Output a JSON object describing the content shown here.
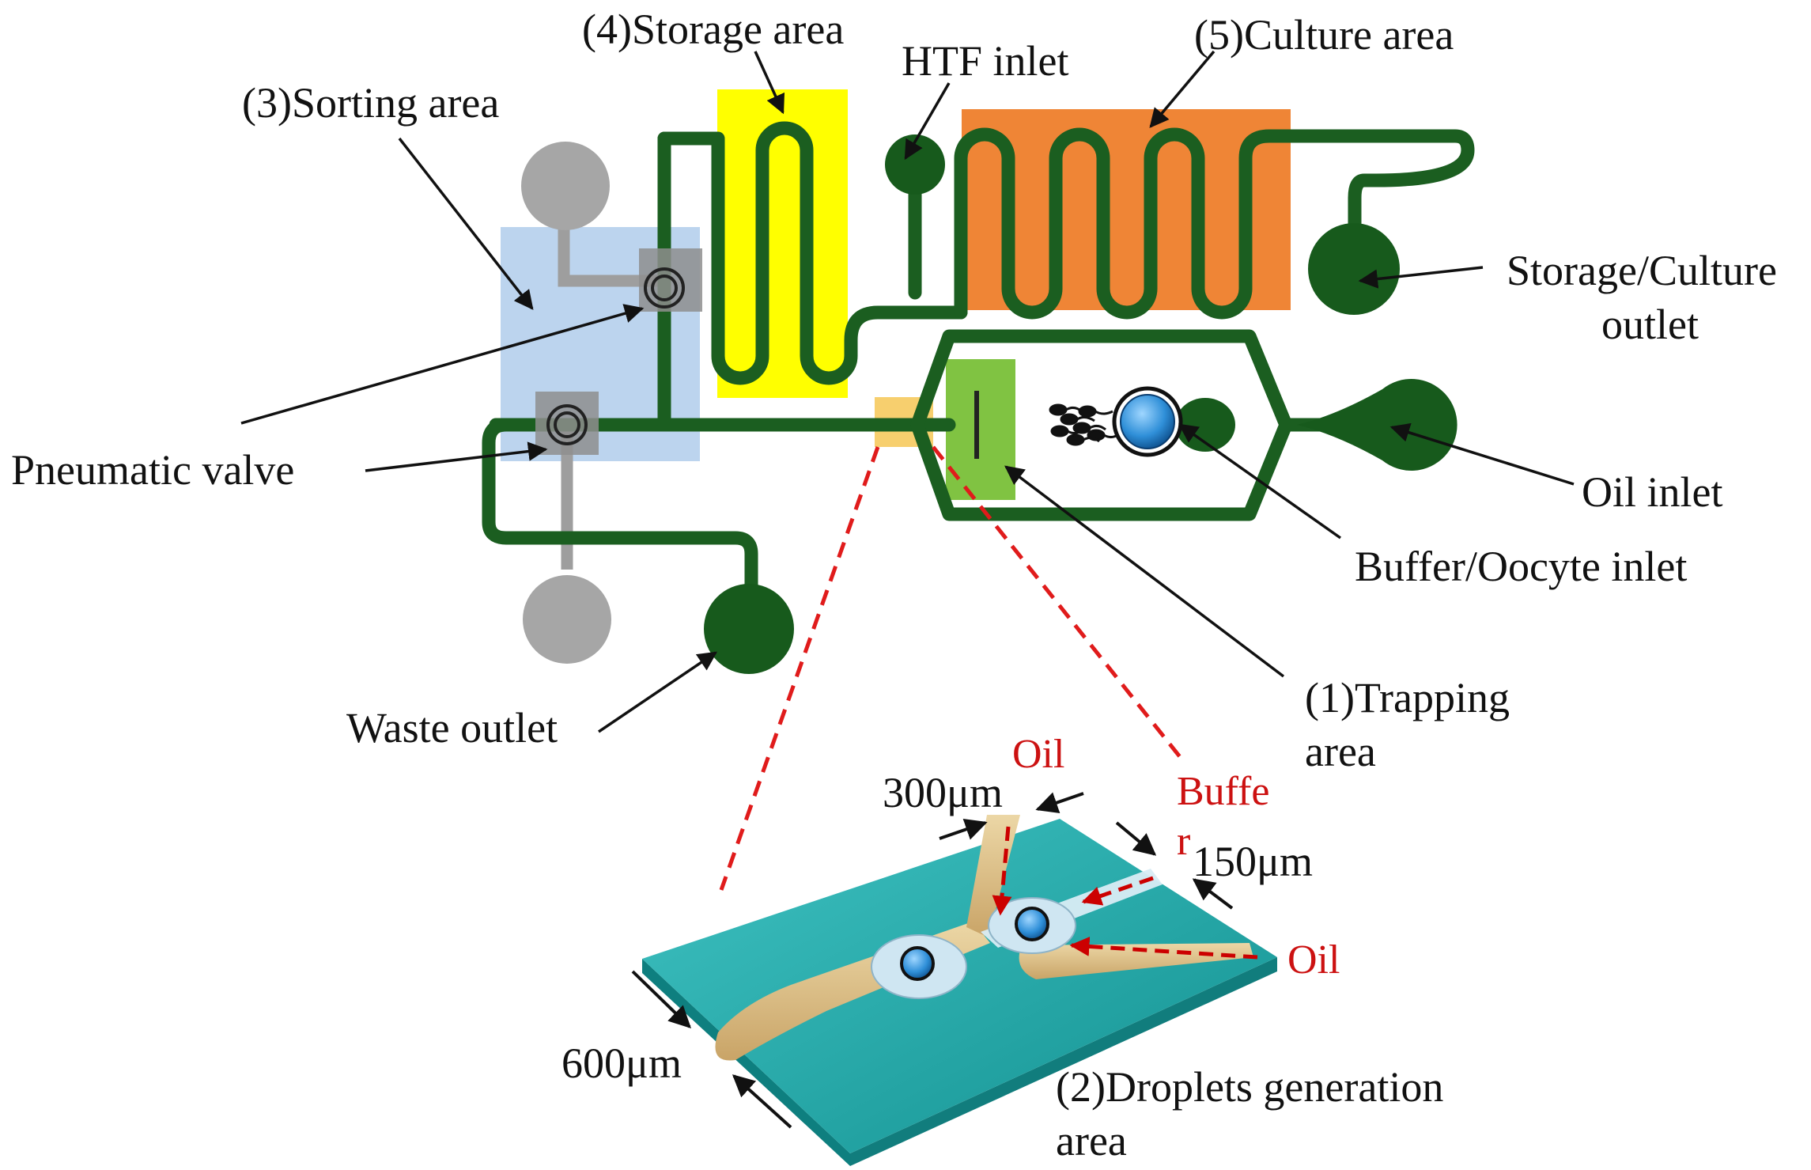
{
  "colors": {
    "channel": "#1b5e20",
    "port_dark": "#175a1c",
    "port_gray": "#a6a6a6",
    "valve_line": "#9e9e9e",
    "sorting_area": "#bcd4ee",
    "storage_area": "#ffff00",
    "culture_area": "#ef8536",
    "trapping_area": "#80c342",
    "droplet_area": "#f7cf6e",
    "substrate": "#1aa3a3",
    "channel_3d": "#dcc08a",
    "dashed_guide": "#e01b1b",
    "oocyte": "#2f8fd8"
  },
  "icons": {
    "valve": "pneumatic-valve-icon",
    "oocyte": "oocyte-icon",
    "sperm": "sperm-cells-icon"
  },
  "labels": {
    "storage_area": "(4)Storage area",
    "htf_inlet": "HTF inlet",
    "culture_area": "(5)Culture area",
    "sorting_area": "(3)Sorting area",
    "storage_culture_outlet_l1": "Storage/Culture",
    "storage_culture_outlet_l2": "outlet",
    "pneumatic_valve": "Pneumatic valve",
    "oil_inlet": "Oil inlet",
    "buffer_oocyte_inlet": "Buffer/Oocyte inlet",
    "trapping_area_l1": "(1)Trapping",
    "trapping_area_l2": "area",
    "waste_outlet": "Waste outlet"
  },
  "inset": {
    "oil_top": "Oil",
    "buffer_l1": "Buffe",
    "buffer_l2": "r",
    "dim_300": "300μm",
    "dim_150": "150μm",
    "oil_right": "Oil",
    "dim_600": "600μm",
    "droplets_area_l1": "(2)Droplets generation",
    "droplets_area_l2": "area"
  }
}
